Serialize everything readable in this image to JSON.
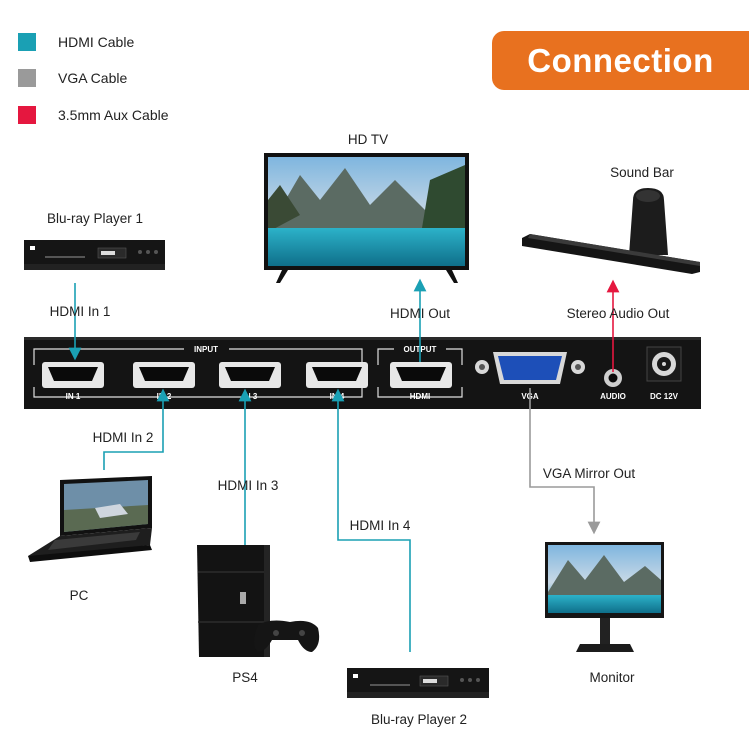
{
  "legend": [
    {
      "label": "HDMI Cable",
      "color": "#1aa0b4"
    },
    {
      "label": "VGA Cable",
      "color": "#9a9a9a"
    },
    {
      "label": "3.5mm Aux Cable",
      "color": "#e5173f"
    }
  ],
  "banner": {
    "title": "Connection",
    "color": "#e8711f"
  },
  "devices": {
    "hdtv": "HD TV",
    "soundbar": "Sound Bar",
    "bluray1": "Blu-ray Player 1",
    "pc": "PC",
    "ps4": "PS4",
    "bluray2": "Blu-ray Player 2",
    "monitor": "Monitor"
  },
  "cables": {
    "hdmi_in1": "HDMI In 1",
    "hdmi_in2": "HDMI In 2",
    "hdmi_in3": "HDMI In 3",
    "hdmi_in4": "HDMI In 4",
    "hdmi_out": "HDMI Out",
    "stereo_out": "Stereo Audio Out",
    "vga_out": "VGA Mirror Out"
  },
  "switch": {
    "input_title": "INPUT",
    "output_title": "OUTPUT",
    "ports": {
      "in1": "IN 1",
      "in2": "IN 2",
      "in3": "IN 3",
      "in4": "IN 4",
      "hdmi": "HDMI",
      "vga": "VGA",
      "audio": "AUDIO",
      "dc": "DC 12V"
    }
  }
}
